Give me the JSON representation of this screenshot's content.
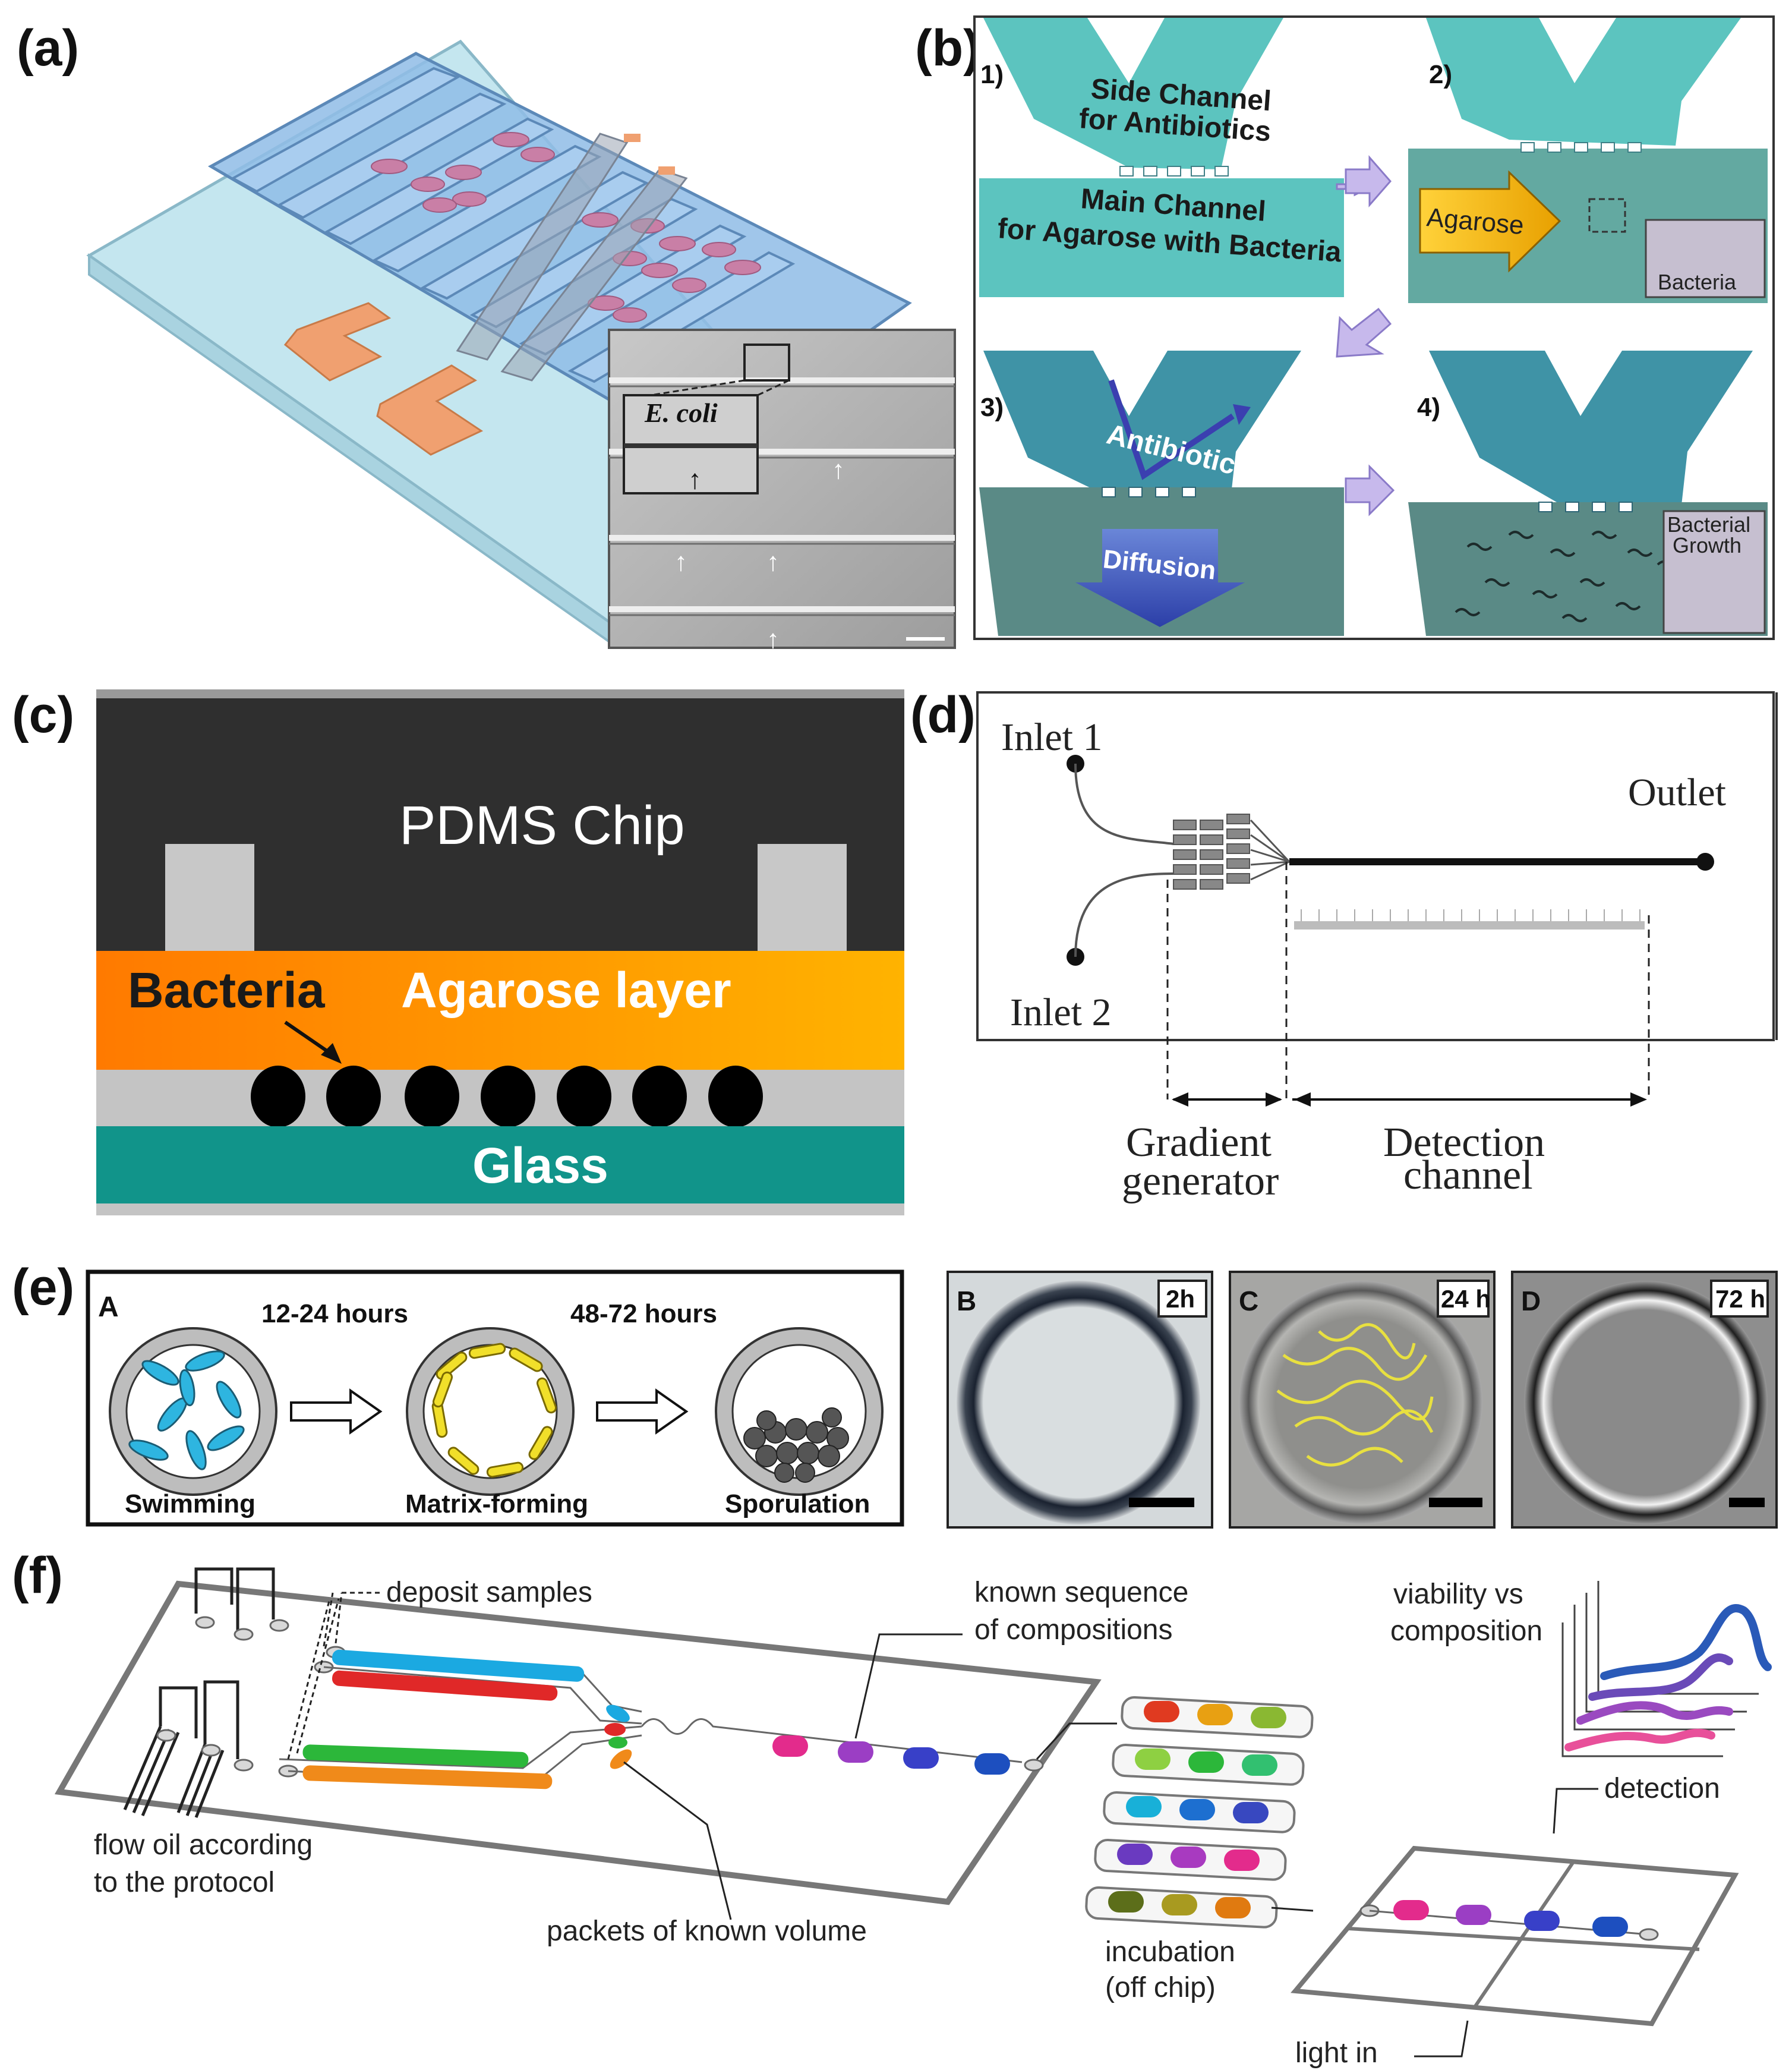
{
  "panel_labels": [
    "(a)",
    "(b)",
    "(c)",
    "(d)",
    "(e)",
    "(f)"
  ],
  "panel_a": {
    "inset_label": "E. coli"
  },
  "panel_b": {
    "steps": [
      "1)",
      "2)",
      "3)",
      "4)"
    ],
    "side_channel": [
      "Side Channel",
      "for Antibiotics"
    ],
    "main_channel": [
      "Main Channel",
      "for Agarose with Bacteria"
    ],
    "agarose_label": "Agarose",
    "bacteria_label": "Bacteria",
    "antibiotics_label": "Antibiotics",
    "diffusion_label": "Diffusion",
    "growth_label": [
      "Bacterial",
      "Growth"
    ]
  },
  "panel_c": {
    "pdms": "PDMS Chip",
    "bacteria": "Bacteria",
    "agarose": "Agarose layer",
    "glass": "Glass"
  },
  "panel_d": {
    "inlet1": "Inlet 1",
    "inlet2": "Inlet 2",
    "outlet": "Outlet",
    "gradient": [
      "Gradient",
      "generator"
    ],
    "detection": [
      "Detection",
      "channel"
    ]
  },
  "panel_e": {
    "sub_a": "A",
    "time1": "12-24 hours",
    "time2": "48-72 hours",
    "stage1": "Swimming",
    "stage2": "Matrix-forming",
    "stage3": "Sporulation",
    "images": [
      {
        "letter": "B",
        "time": "2h"
      },
      {
        "letter": "C",
        "time": "24 h"
      },
      {
        "letter": "D",
        "time": "72 h"
      }
    ]
  },
  "panel_f": {
    "deposit": "deposit samples",
    "known_seq": [
      "known sequence",
      "of compositions"
    ],
    "flow_oil": [
      "flow oil according",
      "to the protocol"
    ],
    "packets": "packets of known volume",
    "viability": [
      "viability vs",
      "composition"
    ],
    "detection": "detection",
    "incubation": [
      "incubation",
      "(off chip)"
    ],
    "light_in": "light in"
  },
  "colors": {
    "teal": "#5cc4bf",
    "teal_dark": "#3f93a6",
    "agarose_orange": "#ff9a10",
    "glass_teal": "#11948a",
    "pdms_dark": "#2f2f2f",
    "channel_blue": "#9cc8ee",
    "pad_orange": "#f0a070"
  }
}
